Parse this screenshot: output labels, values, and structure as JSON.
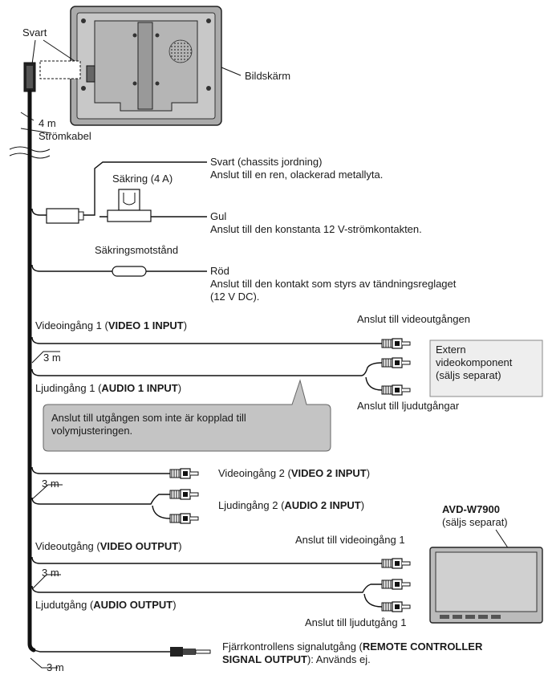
{
  "labels": {
    "svart_top": "Svart",
    "bildskarm": "Bildskärm",
    "len_4m": "4 m",
    "stromkabel": "Strömkabel",
    "svart_ground": "Svart (chassits jordning)",
    "svart_ground_desc": "Anslut till en ren, olackerad metallyta.",
    "sakring": "Säkring (4 A)",
    "gul": "Gul",
    "gul_desc": "Anslut till den konstanta 12 V-strömkontakten.",
    "sakringsmotstand": "Säkringsmotstånd",
    "rod": "Röd",
    "rod_desc1": "Anslut till den kontakt som styrs av tändningsreglaget",
    "rod_desc2": "(12 V DC).",
    "video1_pre": "Videoingång 1 (",
    "video1_bold": "VIDEO 1 INPUT",
    "video1_post": ")",
    "anslut_videoutgangen": "Anslut till videoutgången",
    "len_3m_1": "3 m",
    "extern_1": "Extern",
    "extern_2": "videokomponent",
    "extern_3": "(säljs separat)",
    "audio1_pre": "Ljudingång 1 (",
    "audio1_bold": "AUDIO 1 INPUT",
    "audio1_post": ")",
    "anslut_ljudutgangar": "Anslut till ljudutgångar",
    "callout_1": "Anslut till utgången som inte är kopplad till",
    "callout_2": "volymjusteringen.",
    "video2_pre": "Videoingång 2 (",
    "video2_bold": "VIDEO 2 INPUT",
    "video2_post": ")",
    "len_3m_2": "3 m",
    "audio2_pre": "Ljudingång 2 (",
    "audio2_bold": "AUDIO 2 INPUT",
    "audio2_post": ")",
    "avd_model": "AVD-W7900",
    "avd_sold": "(säljs separat)",
    "videoout_pre": "Videoutgång (",
    "videoout_bold": "VIDEO OUTPUT",
    "videoout_post": ")",
    "anslut_videoingang1": "Anslut till videoingång 1",
    "len_3m_3": "3 m",
    "audioout_pre": "Ljudutgång (",
    "audioout_bold": "AUDIO OUTPUT",
    "audioout_post": ")",
    "anslut_ljudutgang1": "Anslut till ljudutgång 1",
    "remote_pre": "Fjärrkontrollens signalutgång (",
    "remote_bold1": "REMOTE CONTROLLER",
    "remote_bold2": "SIGNAL OUTPUT",
    "remote_post": "): Används ej.",
    "len_3m_4": "3 m"
  },
  "colors": {
    "panel_gray": "#c8c8c8",
    "callout_gray": "#c4c4c4",
    "box_gray": "#eeeeee",
    "connector_dark": "#1a1a1a"
  }
}
